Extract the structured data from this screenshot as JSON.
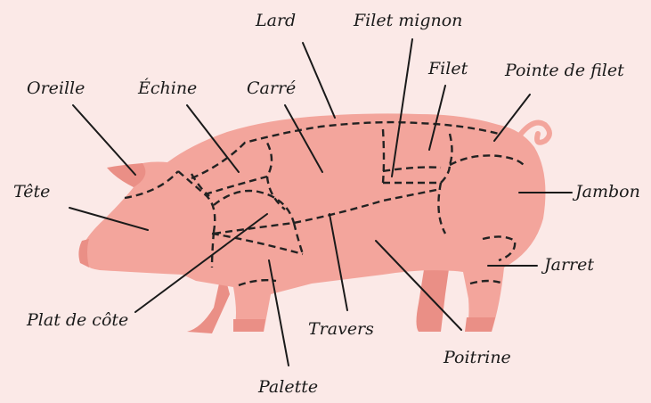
{
  "colors": {
    "background": "#fbe9e7",
    "body": "#f3a59c",
    "body_dark": "#ea8f86",
    "lines": "#222222"
  },
  "labels": {
    "lard": "Lard",
    "filet_mignon": "Filet mignon",
    "filet": "Filet",
    "pointe_de_filet": "Pointe de filet",
    "oreille": "Oreille",
    "echine": "Échine",
    "carre": "Carré",
    "tete": "Tête",
    "jambon": "Jambon",
    "jarret": "Jarret",
    "plat_de_cote": "Plat de côte",
    "travers": "Travers",
    "poitrine": "Poitrine",
    "palette": "Palette"
  }
}
